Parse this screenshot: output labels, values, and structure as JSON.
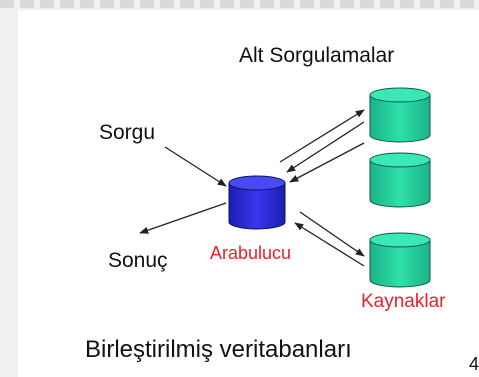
{
  "diagram": {
    "subqueries_label": "Alt Sorgulamalar",
    "query_label": "Sorgu",
    "result_label": "Sonuç",
    "mediator_label": "Arabulucu",
    "sources_label": "Kaynaklar",
    "caption": "Birleştirilmiş veritabanları",
    "page_fragment": "4"
  },
  "colors": {
    "mediator_fill": "#2a2ad8",
    "source_fill": "#22cc99",
    "label_red": "#e8202a"
  }
}
